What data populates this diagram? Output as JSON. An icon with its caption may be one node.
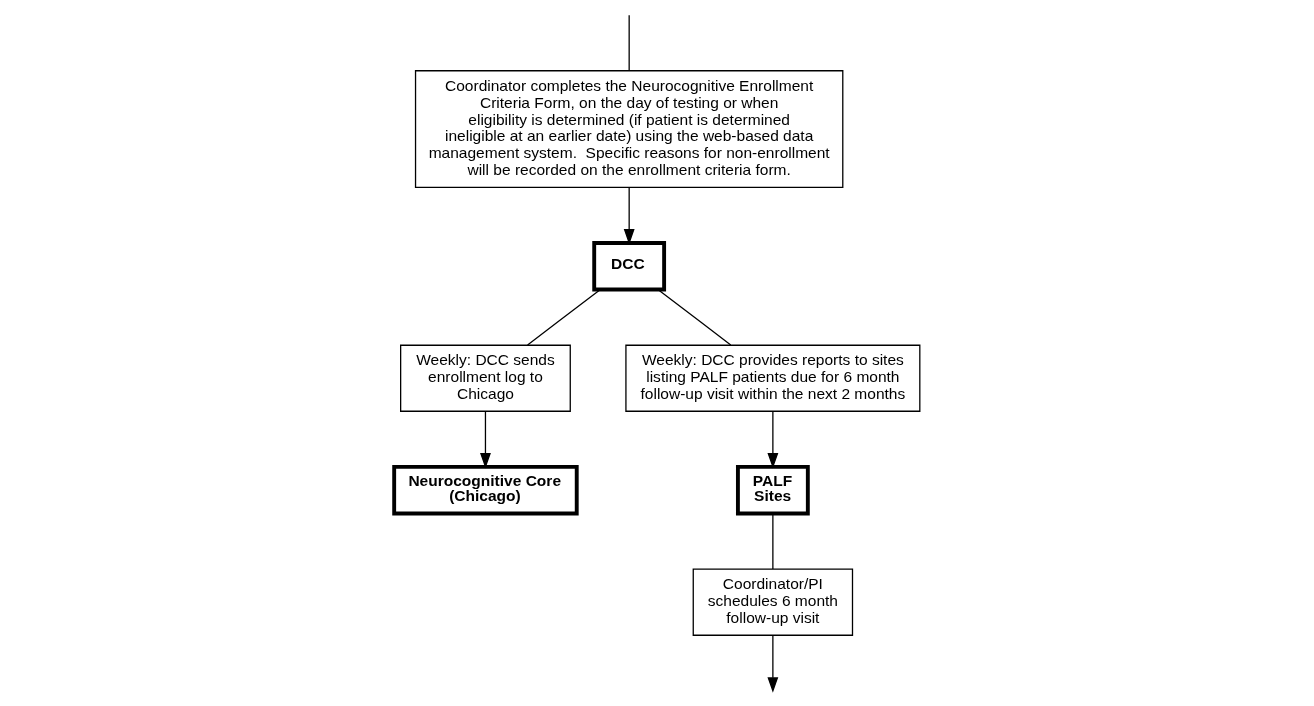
{
  "diagram": {
    "nodes": [
      {
        "text": [
          "Neurocognitive Core (Chicago)"
        ]
      },
      {
        "text": [
          "Weekly: DCC sends enrollment log to Chicago"
        ]
      },
      {
        "text": [
          "PALF Sites"
        ]
      },
      {
        "text": [
          "Weekly: DCC provides reports to sites listing PALF patients due for 6 month follow-up visit within the next 2 months"
        ]
      },
      {
        "text": [
          "DCC"
        ]
      },
      {
        "text": [
          "Coordinator/PI schedules 6 month follow-up visit"
        ]
      },
      {
        "text": [
          "Coordinator completes the Neurocognitive Enrollment Criteria Form, on the day of testing or when eligibility is determined (if patient is determined ineligible at an earlier date) using the web-based data management system.  Specific reasons for non-enrollment will be recorded on the enrollment criteria form."
        ]
      }
    ],
    "edges": [
      {
        "from": 4,
        "to": 1,
        "arrow": "none"
      },
      {
        "from": 1,
        "to": 0,
        "arrow": "to"
      },
      {
        "from": 4,
        "to": 3,
        "arrow": "none"
      },
      {
        "from": 3,
        "to": 2,
        "arrow": "to"
      },
      {
        "from": 2,
        "to": 5,
        "arrow": "none"
      },
      {
        "from": 5,
        "to": null,
        "arrow": "to"
      },
      {
        "from": null,
        "to": 6,
        "arrow": "none"
      },
      {
        "from": 6,
        "to": 4,
        "arrow": "to"
      }
    ]
  }
}
